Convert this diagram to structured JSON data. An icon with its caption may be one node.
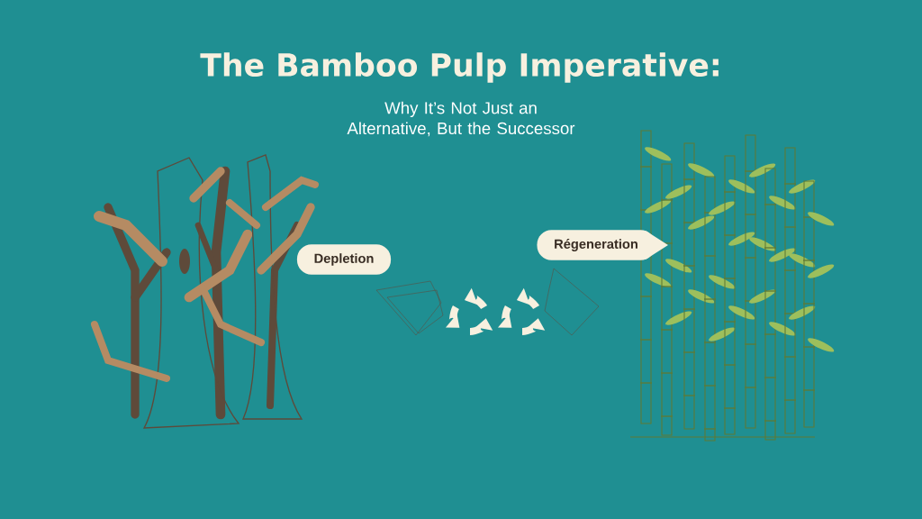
{
  "diagram": {
    "title": "The Bamboo Pulp Imperative:",
    "nodes": [
      {
        "text": [
          "Depletion"
        ]
      },
      {
        "text": [
          "Régeneration"
        ]
      }
    ],
    "labels": [
      "Why It’s Not Just an Alternative, But the Successor"
    ]
  }
}
